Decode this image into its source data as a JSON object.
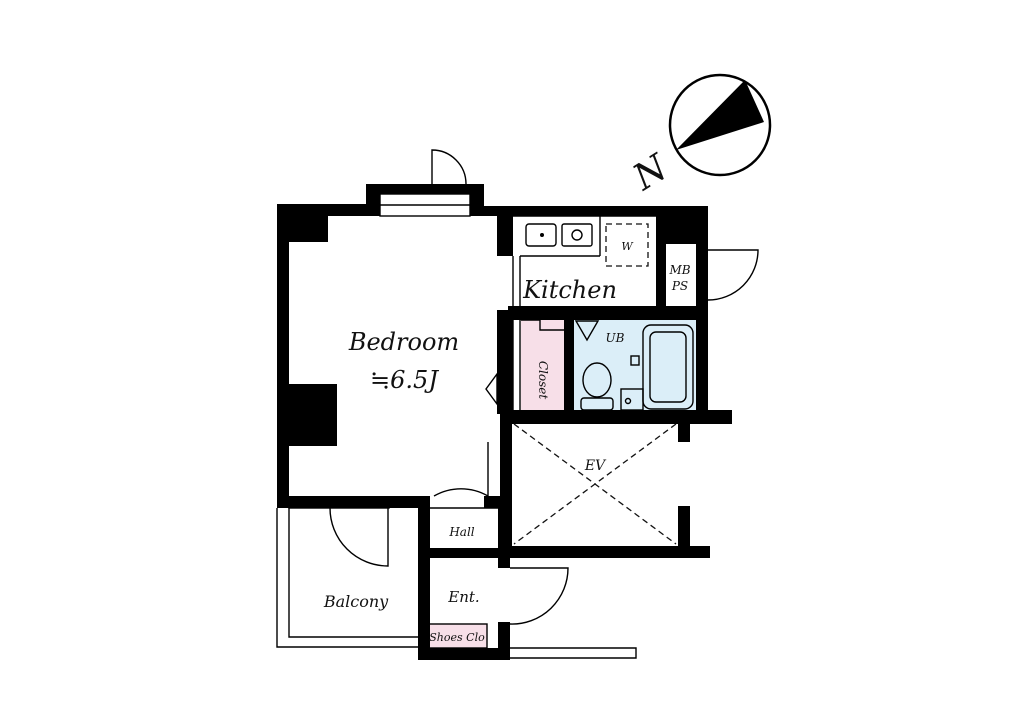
{
  "rooms": {
    "bedroom": "Bedroom",
    "bedroom_size": "≒6.5J",
    "kitchen": "Kitchen",
    "closet": "Closet",
    "ub": "UB",
    "washer": "W",
    "mbps_line1": "MB",
    "mbps_line2": "PS",
    "ev": "EV",
    "hall": "Hall",
    "entrance": "Ent.",
    "shoes": "Shoes Clo",
    "balcony": "Balcony"
  },
  "compass": {
    "north": "N"
  },
  "colors": {
    "wall": "#000000",
    "bath_fill": "#dbeef8",
    "closet_fill": "#f7dfe8",
    "shoes_fill": "#f7dfe8",
    "paper": "#ffffff"
  }
}
